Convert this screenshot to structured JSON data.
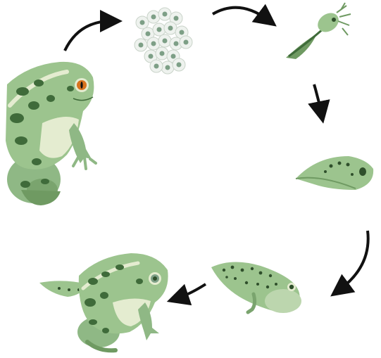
{
  "diagram": {
    "stages": [
      {
        "id": "adult-frog",
        "icon": "adult-frog-icon"
      },
      {
        "id": "eggs",
        "icon": "frog-eggs-icon"
      },
      {
        "id": "hatchling",
        "icon": "hatchling-tadpole-icon"
      },
      {
        "id": "tadpole",
        "icon": "tadpole-icon"
      },
      {
        "id": "tadpole-with-legs",
        "icon": "tadpole-with-legs-icon"
      },
      {
        "id": "froglet",
        "icon": "froglet-icon"
      }
    ],
    "colors": {
      "skin_light": "#9cc48e",
      "skin_mid": "#6f9a62",
      "skin_dark": "#3f6b3a",
      "belly": "#e4ecd0",
      "spot": "#2f4f2b",
      "egg": "#eef2ee",
      "egg_core": "#7d9f86",
      "eye_iris": "#d8731e",
      "arrow": "#111111"
    }
  }
}
